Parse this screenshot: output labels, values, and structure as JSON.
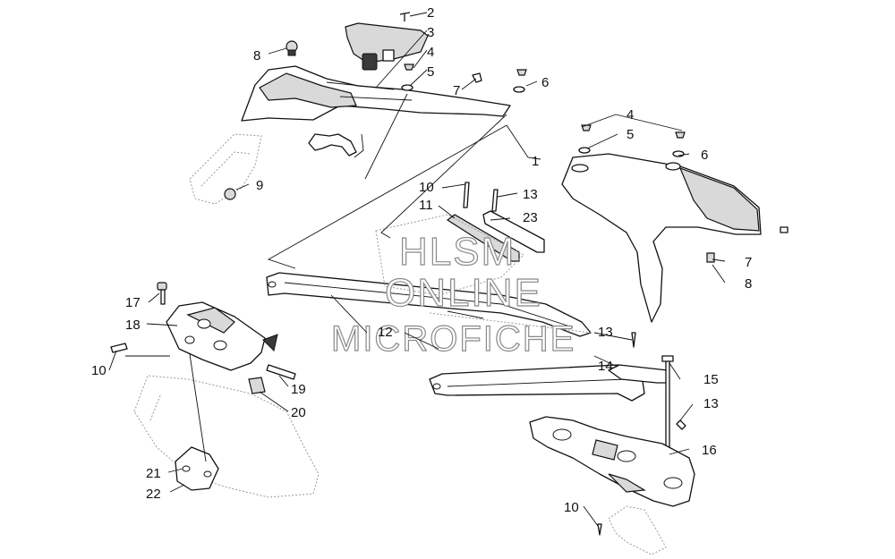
{
  "watermark": {
    "line1": "HLSM",
    "line2": "ONLINE",
    "line3": "MICROFICHE"
  },
  "callouts": [
    "1",
    "2",
    "3",
    "4",
    "5",
    "6",
    "7",
    "8",
    "9",
    "10",
    "11",
    "12",
    "13",
    "14",
    "15",
    "16",
    "17",
    "18",
    "19",
    "20",
    "21",
    "22",
    "23"
  ]
}
